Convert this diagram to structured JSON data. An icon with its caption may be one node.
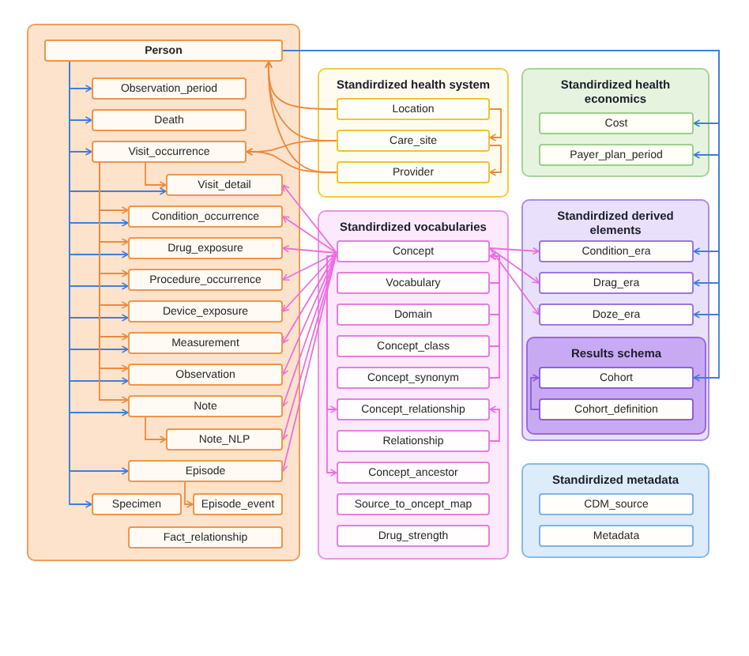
{
  "diagram": {
    "nodes": [
      {
        "text": [],
        "shape": "box"
      },
      {
        "text": [
          "Person"
        ],
        "in": 0
      },
      {
        "text": [
          "Observation_period"
        ],
        "in": 0
      },
      {
        "text": [
          "Death"
        ],
        "in": 0
      },
      {
        "text": [
          "Visit_occurrence"
        ],
        "in": 0
      },
      {
        "text": [
          "Visit_detail"
        ],
        "in": 0
      },
      {
        "text": [
          "Condition_occurrence"
        ],
        "in": 0
      },
      {
        "text": [
          "Drug_exposure"
        ],
        "in": 0
      },
      {
        "text": [
          "Procedure_occurrence"
        ],
        "in": 0
      },
      {
        "text": [
          "Device_exposure"
        ],
        "in": 0
      },
      {
        "text": [
          "Measurement"
        ],
        "in": 0
      },
      {
        "text": [
          "Observation"
        ],
        "in": 0
      },
      {
        "text": [
          "Note"
        ],
        "in": 0
      },
      {
        "text": [
          "Note_NLP"
        ],
        "in": 0
      },
      {
        "text": [
          "Episode"
        ],
        "in": 0
      },
      {
        "text": [
          "Specimen"
        ],
        "in": 0
      },
      {
        "text": [
          "Episode_event"
        ],
        "in": 0
      },
      {
        "text": [
          "Fact_relationship"
        ],
        "in": 0
      },
      {
        "text": [
          "Standirdized health system"
        ]
      },
      {
        "text": [
          "Location"
        ],
        "in": 18
      },
      {
        "text": [
          "Care_site"
        ],
        "in": 18
      },
      {
        "text": [
          "Provider"
        ],
        "in": 18
      },
      {
        "text": [
          "Standirdized vocabularies"
        ]
      },
      {
        "text": [
          "Concept"
        ],
        "in": 22
      },
      {
        "text": [
          "Vocabulary"
        ],
        "in": 22
      },
      {
        "text": [
          "Domain"
        ],
        "in": 22
      },
      {
        "text": [
          "Concept_class"
        ],
        "in": 22
      },
      {
        "text": [
          "Concept_synonym"
        ],
        "in": 22
      },
      {
        "text": [
          "Concept_relationship"
        ],
        "in": 22
      },
      {
        "text": [
          "Relationship"
        ],
        "in": 22
      },
      {
        "text": [
          "Concept_ancestor"
        ],
        "in": 22
      },
      {
        "text": [
          "Source_to_oncept_map"
        ],
        "in": 22
      },
      {
        "text": [
          "Drug_strength"
        ],
        "in": 22
      },
      {
        "text": [
          "Standirdized health economics"
        ]
      },
      {
        "text": [
          "Cost"
        ],
        "in": 33
      },
      {
        "text": [
          "Payer_plan_period"
        ],
        "in": 33
      },
      {
        "text": [
          "Standirdized derived elements"
        ]
      },
      {
        "text": [
          "Condition_era"
        ],
        "in": 36
      },
      {
        "text": [
          "Drag_era"
        ],
        "in": 36
      },
      {
        "text": [
          "Doze_era"
        ],
        "in": 36
      },
      {
        "text": [
          "Results schema"
        ],
        "in": 36
      },
      {
        "text": [
          "Cohort"
        ],
        "in": 40
      },
      {
        "text": [
          "Cohort_definition"
        ],
        "in": 40
      },
      {
        "text": [
          "Standirdized metadata"
        ]
      },
      {
        "text": [
          "CDM_source"
        ],
        "in": 43
      },
      {
        "text": [
          "Metadata"
        ],
        "in": 43
      }
    ],
    "edges": [
      {
        "from": 1,
        "to": 2,
        "arrow": "to",
        "color": "#3f7fd8"
      },
      {
        "from": 1,
        "to": 3,
        "arrow": "to",
        "color": "#3f7fd8"
      },
      {
        "from": 1,
        "to": 4,
        "arrow": "to",
        "color": "#3f7fd8"
      },
      {
        "from": 1,
        "to": 5,
        "arrow": "to",
        "color": "#3f7fd8"
      },
      {
        "from": 1,
        "to": 6,
        "arrow": "to",
        "color": "#3f7fd8"
      },
      {
        "from": 1,
        "to": 7,
        "arrow": "to",
        "color": "#3f7fd8"
      },
      {
        "from": 1,
        "to": 8,
        "arrow": "to",
        "color": "#3f7fd8"
      },
      {
        "from": 1,
        "to": 9,
        "arrow": "to",
        "color": "#3f7fd8"
      },
      {
        "from": 1,
        "to": 10,
        "arrow": "to",
        "color": "#3f7fd8"
      },
      {
        "from": 1,
        "to": 11,
        "arrow": "to",
        "color": "#3f7fd8"
      },
      {
        "from": 1,
        "to": 12,
        "arrow": "to",
        "color": "#3f7fd8"
      },
      {
        "from": 1,
        "to": 14,
        "arrow": "to",
        "color": "#3f7fd8"
      },
      {
        "from": 1,
        "to": 15,
        "arrow": "to",
        "color": "#3f7fd8"
      },
      {
        "from": 1,
        "to": 34,
        "arrow": "to",
        "color": "#3f7fd8"
      },
      {
        "from": 1,
        "to": 35,
        "arrow": "to",
        "color": "#3f7fd8"
      },
      {
        "from": 1,
        "to": 37,
        "arrow": "to",
        "color": "#3f7fd8"
      },
      {
        "from": 1,
        "to": 38,
        "arrow": "to",
        "color": "#3f7fd8"
      },
      {
        "from": 1,
        "to": 39,
        "arrow": "to",
        "color": "#3f7fd8"
      },
      {
        "from": 1,
        "to": 41,
        "arrow": "to",
        "color": "#3f7fd8"
      },
      {
        "from": 4,
        "to": 5,
        "arrow": "to",
        "color": "#ec8a3c"
      },
      {
        "from": 4,
        "to": 6,
        "arrow": "to",
        "color": "#ec8a3c"
      },
      {
        "from": 4,
        "to": 7,
        "arrow": "to",
        "color": "#ec8a3c"
      },
      {
        "from": 4,
        "to": 8,
        "arrow": "to",
        "color": "#ec8a3c"
      },
      {
        "from": 4,
        "to": 9,
        "arrow": "to",
        "color": "#ec8a3c"
      },
      {
        "from": 4,
        "to": 10,
        "arrow": "to",
        "color": "#ec8a3c"
      },
      {
        "from": 4,
        "to": 11,
        "arrow": "to",
        "color": "#ec8a3c"
      },
      {
        "from": 4,
        "to": 12,
        "arrow": "to",
        "color": "#ec8a3c"
      },
      {
        "from": 12,
        "to": 13,
        "arrow": "to",
        "color": "#ec8a3c"
      },
      {
        "from": 14,
        "to": 16,
        "arrow": "to",
        "color": "#ec8a3c"
      },
      {
        "from": 19,
        "to": 20,
        "arrow": "to",
        "color": "#ec8a3c"
      },
      {
        "from": 20,
        "to": 21,
        "arrow": "to",
        "color": "#ec8a3c"
      },
      {
        "from": 19,
        "to": 1,
        "arrow": "to",
        "color": "#ec8a3c"
      },
      {
        "from": 20,
        "to": 1,
        "arrow": "to",
        "color": "#ec8a3c"
      },
      {
        "from": 21,
        "to": 1,
        "arrow": "to",
        "color": "#ec8a3c"
      },
      {
        "from": 20,
        "to": 4,
        "arrow": "to",
        "color": "#ec8a3c"
      },
      {
        "from": 21,
        "to": 4,
        "arrow": "to",
        "color": "#ec8a3c"
      },
      {
        "from": 23,
        "to": 5,
        "arrow": "to"
      },
      {
        "from": 23,
        "to": 6,
        "arrow": "to"
      },
      {
        "from": 23,
        "to": 7,
        "arrow": "to"
      },
      {
        "from": 23,
        "to": 8,
        "arrow": "to"
      },
      {
        "from": 23,
        "to": 9,
        "arrow": "to"
      },
      {
        "from": 23,
        "to": 10,
        "arrow": "to"
      },
      {
        "from": 23,
        "to": 11,
        "arrow": "to"
      },
      {
        "from": 23,
        "to": 12,
        "arrow": "to"
      },
      {
        "from": 23,
        "to": 13,
        "arrow": "to"
      },
      {
        "from": 23,
        "to": 14,
        "arrow": "to"
      },
      {
        "from": 23,
        "to": 37,
        "arrow": "to"
      },
      {
        "from": 23,
        "to": 38,
        "arrow": "to"
      },
      {
        "from": 23,
        "to": 39,
        "arrow": "to"
      },
      {
        "from": 24,
        "to": 23,
        "arrow": "to"
      },
      {
        "from": 25,
        "to": 23,
        "arrow": "to"
      },
      {
        "from": 26,
        "to": 23,
        "arrow": "to"
      },
      {
        "from": 27,
        "to": 23,
        "arrow": "to"
      },
      {
        "from": 23,
        "to": 28,
        "arrow": "to"
      },
      {
        "from": 23,
        "to": 30,
        "arrow": "to"
      },
      {
        "from": 29,
        "to": 28,
        "arrow": "to"
      },
      {
        "from": 42,
        "to": 41,
        "arrow": "to",
        "color": "#8a5cd6"
      }
    ]
  }
}
